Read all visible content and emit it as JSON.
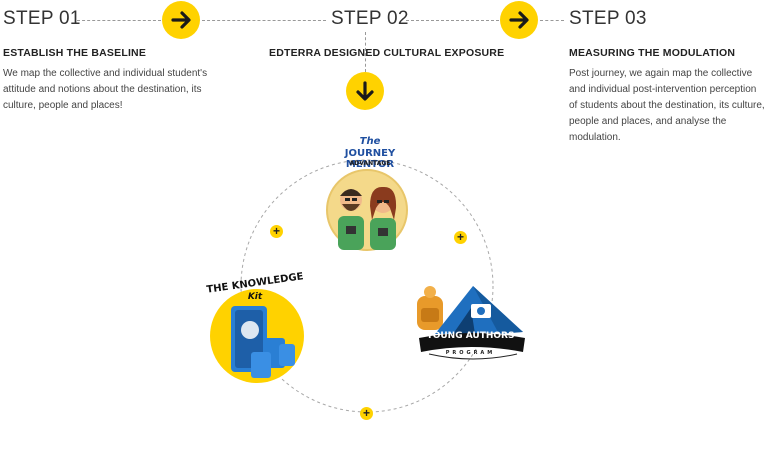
{
  "steps": [
    {
      "title": "STEP 01",
      "subtitle": "ESTABLISH THE BASELINE",
      "body": "We map the collective and individual student's attitude and notions about the destination, its culture, people and places!"
    },
    {
      "title": "STEP 02",
      "subtitle": "EDTERRA DESIGNED CULTURAL EXPOSURE",
      "body": ""
    },
    {
      "title": "STEP 03",
      "subtitle": "MEASURING THE MODULATION",
      "body": "Post journey, we again map the collective and individual post-intervention perception of students about the destination, its culture, people and places, and analyse the modulation."
    }
  ],
  "programs": {
    "journey_mentor": {
      "the": "The",
      "name": "JOURNEY MENTOR",
      "tag": "ADVANTAGE"
    },
    "knowledge_kit": {
      "name": "THE KNOWLEDGE",
      "tag": "Kit"
    },
    "young_authors": {
      "name": "YOUNG AUTHORS",
      "tag": "PROGRAM"
    }
  },
  "icons": {
    "arrow": "arrow-right-icon",
    "arrow_down": "arrow-down-icon",
    "plus": "plus-icon"
  },
  "colors": {
    "accent_yellow": "#ffd200",
    "tent_blue": "#1f6fbf",
    "book_blue": "#2a7fd4"
  }
}
